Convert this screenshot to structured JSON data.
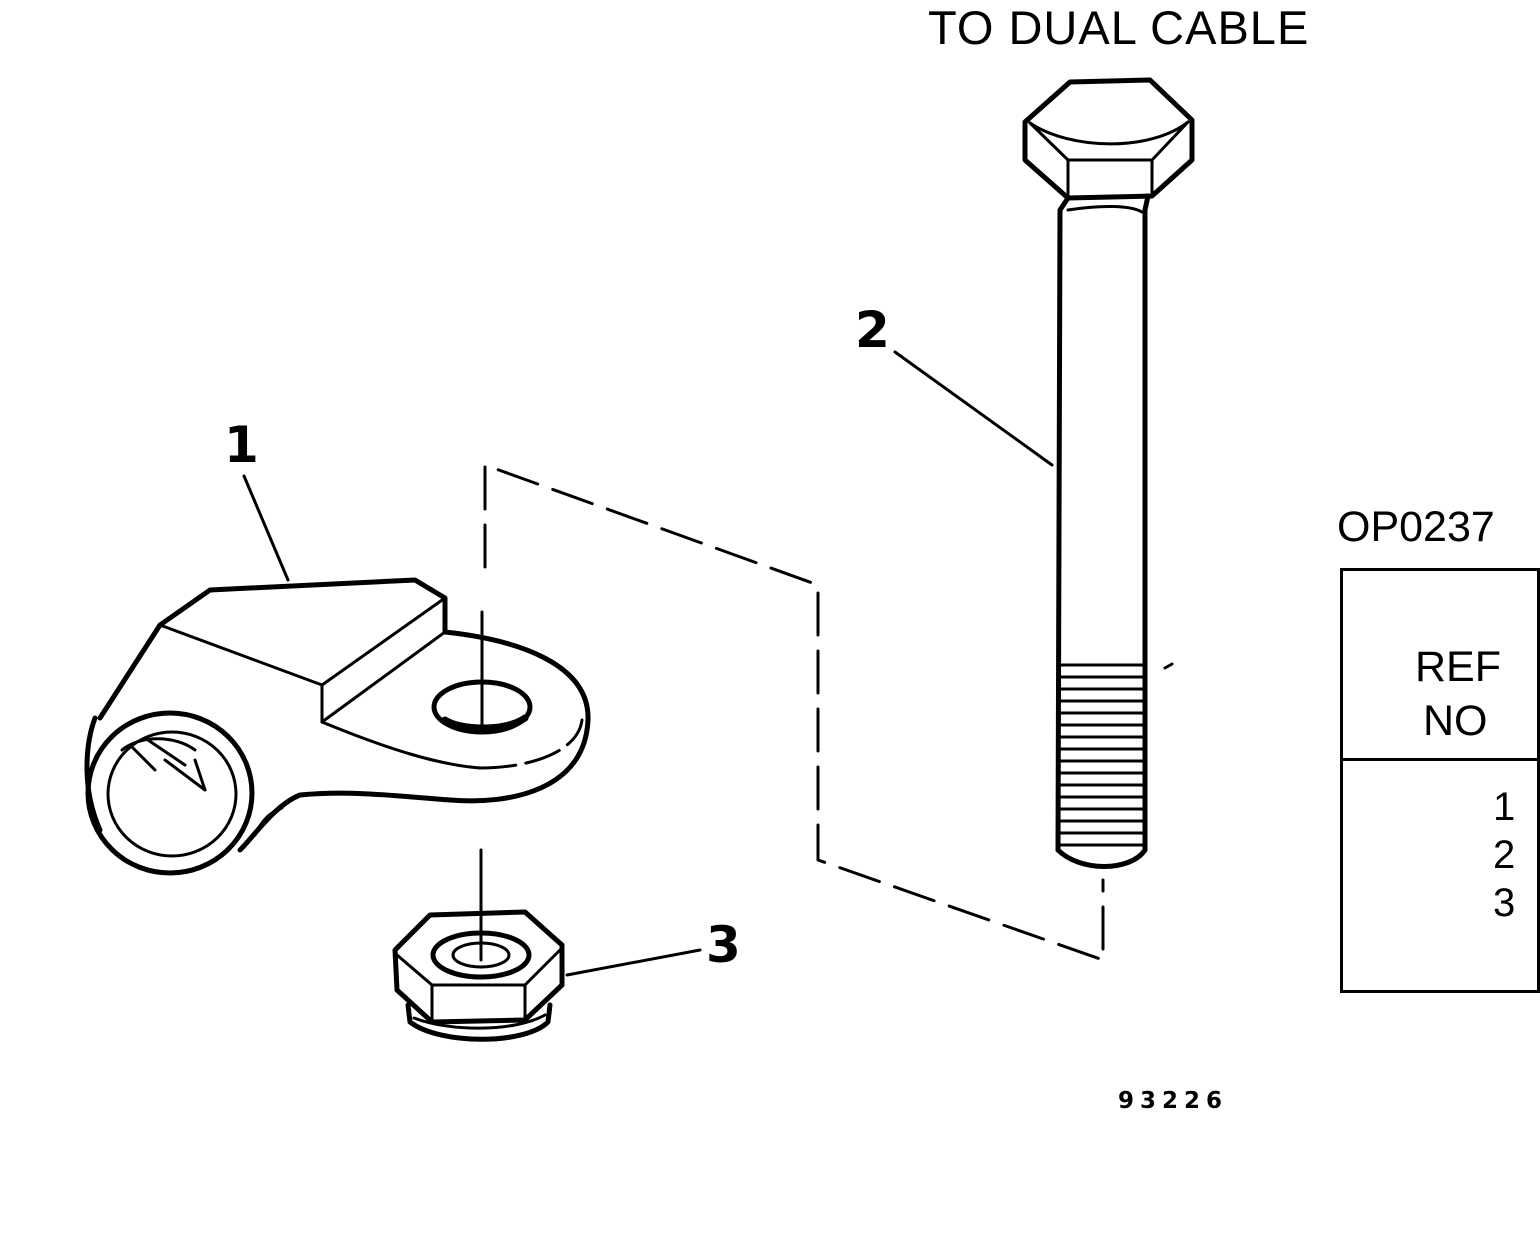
{
  "diagram": {
    "title": "TO DUAL CABLE",
    "figure_number": "93226",
    "callouts": [
      "1",
      "2",
      "3"
    ]
  },
  "side_table": {
    "code": "OP0237",
    "header_line1": "REF",
    "header_line2": "NO",
    "rows": [
      "1",
      "2",
      "3"
    ]
  }
}
